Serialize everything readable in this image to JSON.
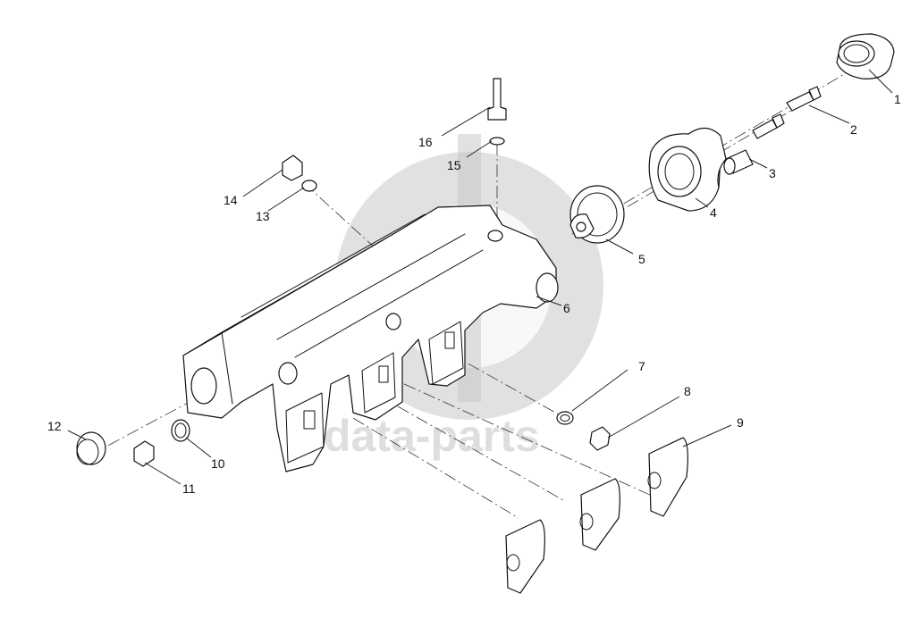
{
  "watermark": {
    "text": "data-parts"
  },
  "callouts": [
    {
      "id": "1",
      "label": "1"
    },
    {
      "id": "2",
      "label": "2"
    },
    {
      "id": "3",
      "label": "3"
    },
    {
      "id": "4",
      "label": "4"
    },
    {
      "id": "5",
      "label": "5"
    },
    {
      "id": "6",
      "label": "6"
    },
    {
      "id": "7",
      "label": "7"
    },
    {
      "id": "8",
      "label": "8"
    },
    {
      "id": "9",
      "label": "9"
    },
    {
      "id": "10",
      "label": "10"
    },
    {
      "id": "11",
      "label": "11"
    },
    {
      "id": "12",
      "label": "12"
    },
    {
      "id": "13",
      "label": "13"
    },
    {
      "id": "14",
      "label": "14"
    },
    {
      "id": "15",
      "label": "15"
    },
    {
      "id": "16",
      "label": "16"
    }
  ]
}
